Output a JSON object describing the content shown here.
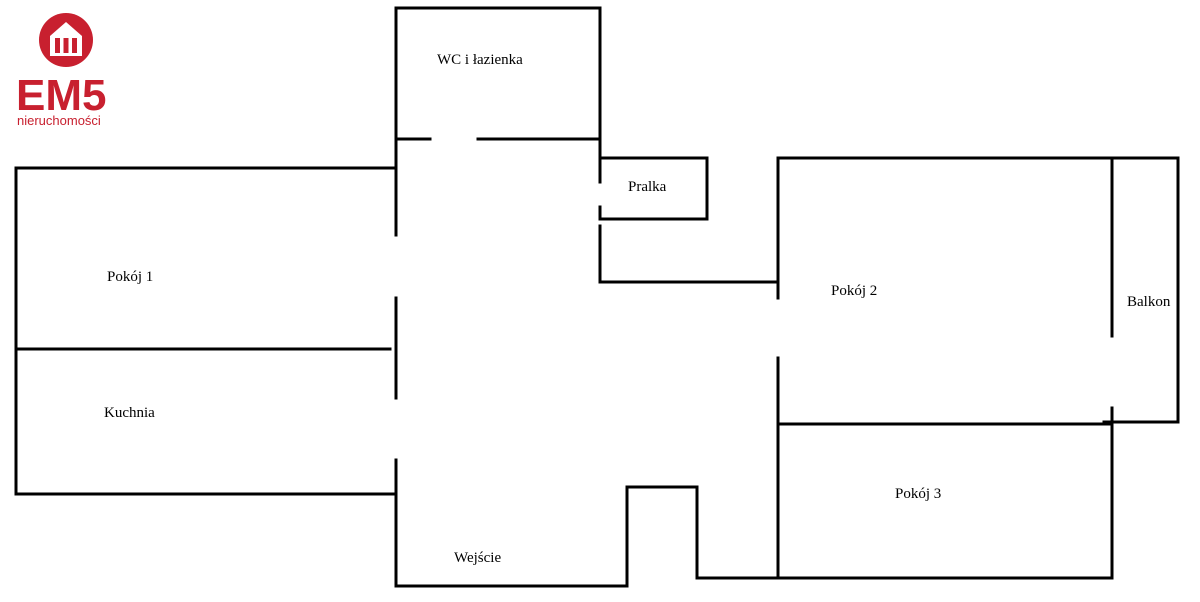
{
  "logo": {
    "brand": "EM5",
    "subtitle": "nieruchomości",
    "color": "#c8202f",
    "icon": "house-icon"
  },
  "rooms": {
    "wc": "WC i łazienka",
    "pralka": "Pralka",
    "pokoj1": "Pokój 1",
    "pokoj2": "Pokój 2",
    "balkon": "Balkon",
    "kuchnia": "Kuchnia",
    "pokoj3": "Pokój 3",
    "wejscie": "Wejście"
  },
  "colors": {
    "wall": "#000000",
    "background": "#ffffff"
  }
}
